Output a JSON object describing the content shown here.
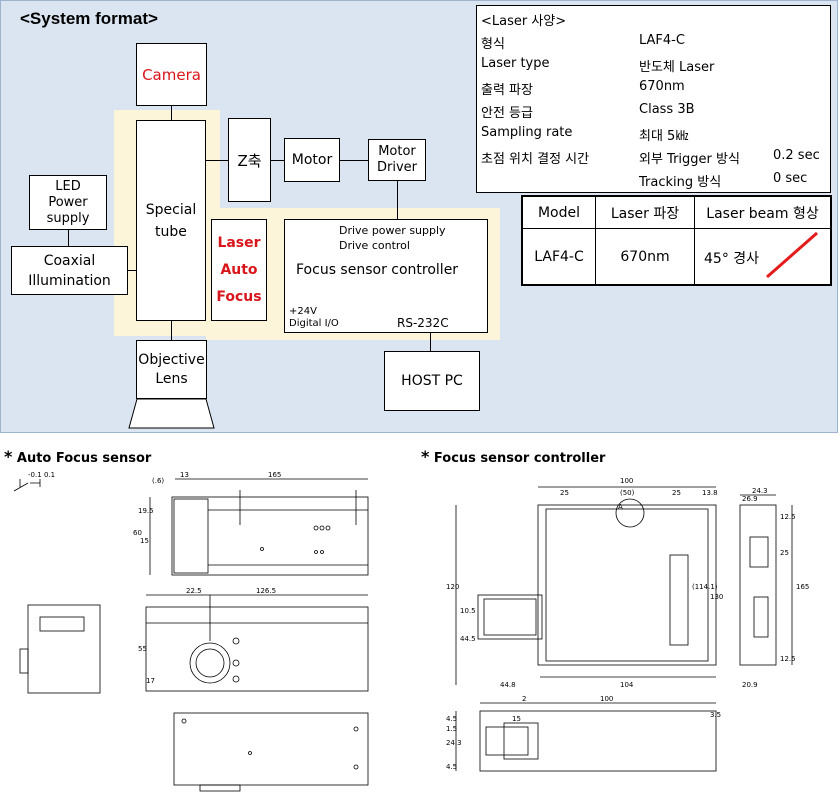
{
  "title": "<System format>",
  "blocks": {
    "camera": "Camera",
    "special_tube": "Special\ntube",
    "z_axis": "Z축",
    "motor": "Motor",
    "motor_driver": "Motor\nDriver",
    "led_power": "LED\nPower\nsupply",
    "coaxial": "Coaxial\nIllumination",
    "laser_af": "Laser\nAuto\nFocus",
    "objective": "Objective\nLens",
    "host_pc": "HOST PC",
    "fsc_title": "Focus sensor controller",
    "fsc_drive": "Drive power supply\nDrive control",
    "fsc_io": "+24V\nDigital I/O",
    "fsc_rs": "RS-232C"
  },
  "laser_spec": {
    "heading": "<Laser 사양>",
    "rows": [
      [
        "형식",
        "LAF4-C",
        ""
      ],
      [
        "Laser type",
        "반도체 Laser",
        ""
      ],
      [
        "출력 파장",
        "670nm",
        ""
      ],
      [
        "안전 등급",
        "Class 3B",
        ""
      ],
      [
        "Sampling rate",
        "최대 5㎑",
        ""
      ],
      [
        "초점 위치 결정 시간",
        "외부 Trigger 방식",
        "0.2 sec"
      ],
      [
        "",
        "Tracking 방식",
        "0 sec"
      ]
    ]
  },
  "model_table": {
    "headers": [
      "Model",
      "Laser 파장",
      "Laser beam 형상"
    ],
    "row": [
      "LAF4-C",
      "670nm",
      "45° 경사"
    ],
    "beam_color": "#e31b1b"
  },
  "drawings": {
    "af_title": "Auto Focus sensor",
    "fsc_title": "Focus sensor controller",
    "bullet": "*",
    "af_dims": [
      "13",
      "165",
      "(.6)",
      "19.5",
      "60",
      "15",
      "126.5",
      "22.5",
      "55",
      "17",
      "-0.1",
      "0.1"
    ],
    "fsc_dims": [
      "100",
      "25",
      "(50)",
      "25",
      "13.8",
      "A",
      "24.3",
      "120",
      "(114.1)",
      "130",
      "165",
      "44.8",
      "104",
      "20.9",
      "26.9",
      "12.5",
      "25",
      "12.5",
      "10.5",
      "44.5",
      "15",
      "100",
      "2",
      "3.5",
      "24.3",
      "4.5",
      "1.5",
      "4.5"
    ]
  },
  "colors": {
    "panel_bg": "#dbe5f1",
    "highlight": "#fdf5d9",
    "accent_red": "#d9161b"
  }
}
